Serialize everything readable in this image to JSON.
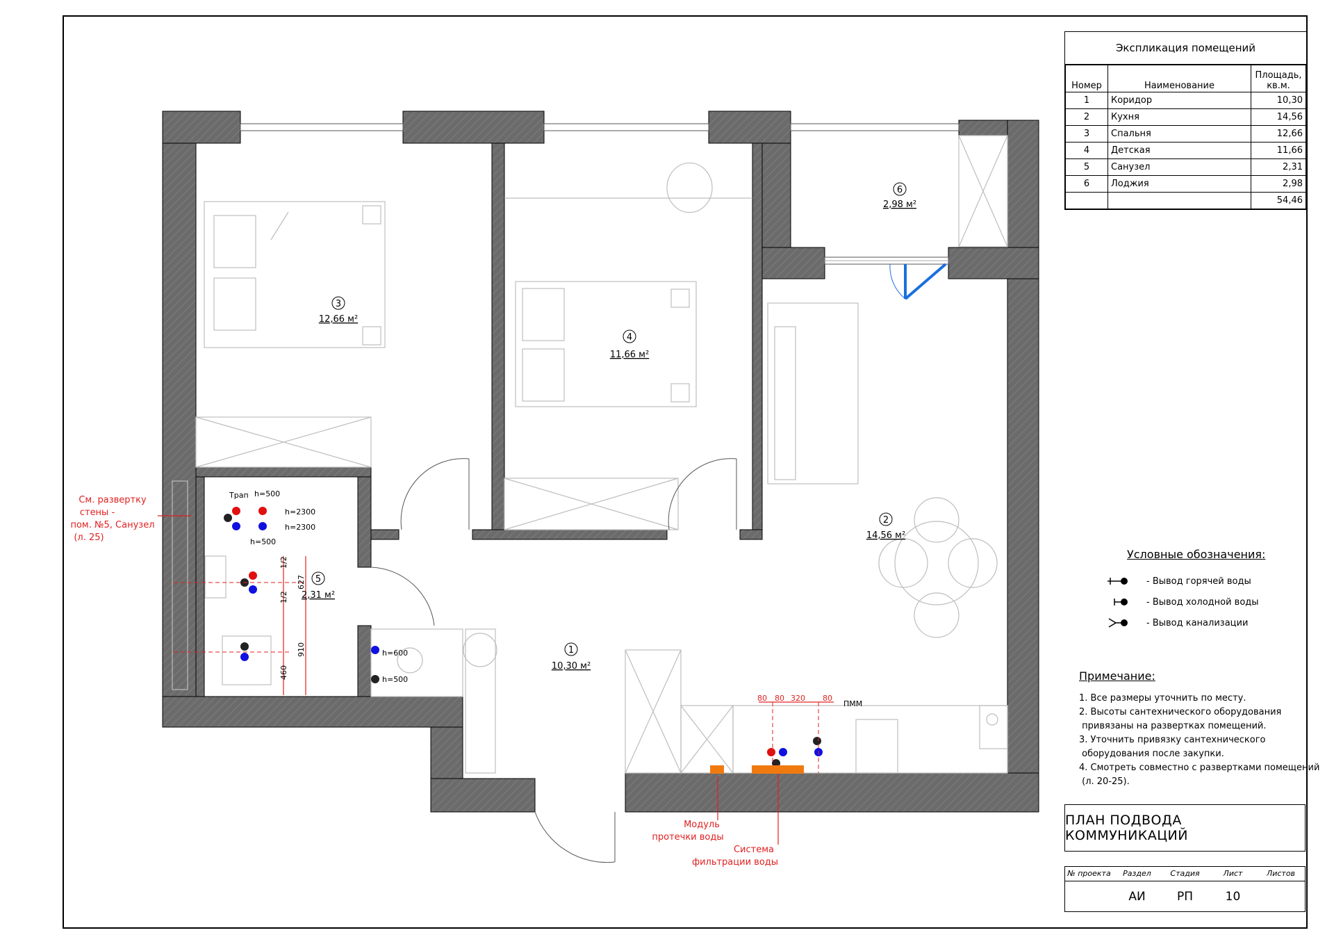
{
  "explication": {
    "title": "Экспликация помещений",
    "headers": {
      "num": "Номер",
      "name": "Наименование",
      "area": "Площадь, кв.м."
    },
    "rows": [
      {
        "num": "1",
        "name": "Коридор",
        "area": "10,30"
      },
      {
        "num": "2",
        "name": "Кухня",
        "area": "14,56"
      },
      {
        "num": "3",
        "name": "Спальня",
        "area": "12,66"
      },
      {
        "num": "4",
        "name": "Детская",
        "area": "11,66"
      },
      {
        "num": "5",
        "name": "Санузел",
        "area": "2,31"
      },
      {
        "num": "6",
        "name": "Лоджия",
        "area": "2,98"
      }
    ],
    "total": "54,46"
  },
  "rooms": {
    "r1": {
      "num": "1",
      "area": "10,30 м²"
    },
    "r2": {
      "num": "2",
      "area": "14,56 м²"
    },
    "r3": {
      "num": "3",
      "area": "12,66 м²"
    },
    "r4": {
      "num": "4",
      "area": "11,66 м²"
    },
    "r5": {
      "num": "5",
      "area": "2,31 м²"
    },
    "r6": {
      "num": "6",
      "area": "2,98 м²"
    }
  },
  "legend": {
    "title": "Условные обозначения:",
    "hot": "- Вывод горячей воды",
    "cold": "- Вывод холодной воды",
    "sewer": "- Вывод канализации"
  },
  "note": {
    "title": "Примечание:",
    "items": [
      "1. Все размеры уточнить по месту.",
      "2. Высоты сантехнического оборудования\n привязаны на развертках помещений.",
      "3. Уточнить привязку сантехнического\n оборудования после закупки.",
      "4. Смотреть совместно с развертками помещений\n (л. 20-25)."
    ]
  },
  "drawing_title": "ПЛАН ПОДВОДА КОММУНИКАЦИЙ",
  "stamp": {
    "labels": {
      "project": "№ проекта",
      "section": "Раздел",
      "stage": "Стадия",
      "sheet": "Лист",
      "sheets": "Листов"
    },
    "values": {
      "project": "",
      "section": "АИ",
      "stage": "РП",
      "sheet": "10",
      "sheets": ""
    }
  },
  "callouts": {
    "wall_ref": [
      "См. развертку",
      "стены -",
      "пом. №5, Санузел",
      "(л. 25)"
    ],
    "leak_module": [
      "Модуль",
      "протечки воды"
    ],
    "filter": [
      "Система",
      "фильтрации воды"
    ]
  },
  "dims": {
    "trap": "Трап",
    "h500a": "h=500",
    "h2300a": "h=2300",
    "h2300b": "h=2300",
    "h500b": "h=500",
    "half1": "1/2",
    "half2": "1/2",
    "d627": "627",
    "d910": "910",
    "d460": "460",
    "h600": "h=600",
    "h500c": "h=500",
    "k80a": "80",
    "k80b": "80",
    "k320": "320",
    "k80c": "80",
    "pmm": "ПММ"
  },
  "colors": {
    "hot": "#e01010",
    "cold": "#1010e0",
    "wall": "#6b6b6b",
    "accent": "#e02020",
    "door": "#1a6fe0",
    "orange": "#f07a10"
  }
}
